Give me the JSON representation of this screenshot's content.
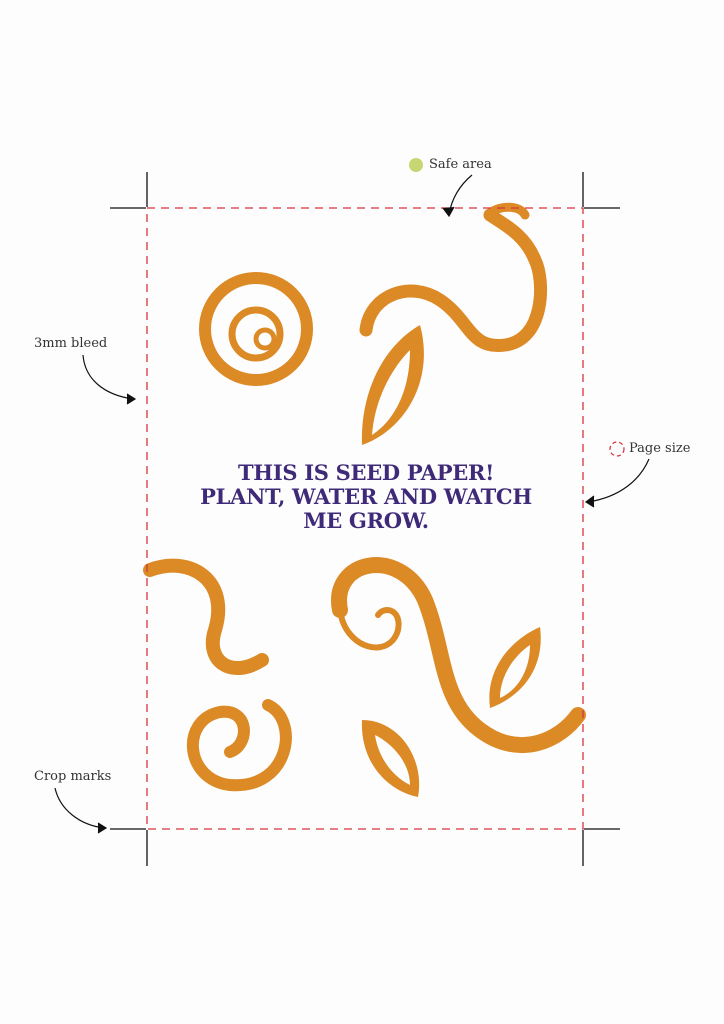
{
  "labels": {
    "safe_area": "Safe area",
    "bleed": "3mm bleed",
    "page_size": "Page size",
    "crop_marks": "Crop marks"
  },
  "headline": {
    "line1": "THIS IS SEED PAPER!",
    "line2": "PLANT, WATER AND WATCH",
    "line3": "ME GROW."
  },
  "colors": {
    "decoration": "#dc8a26",
    "headline": "#3e2a78",
    "page_size_line": "#d9343d",
    "safe_area_dot": "#c8d672"
  }
}
